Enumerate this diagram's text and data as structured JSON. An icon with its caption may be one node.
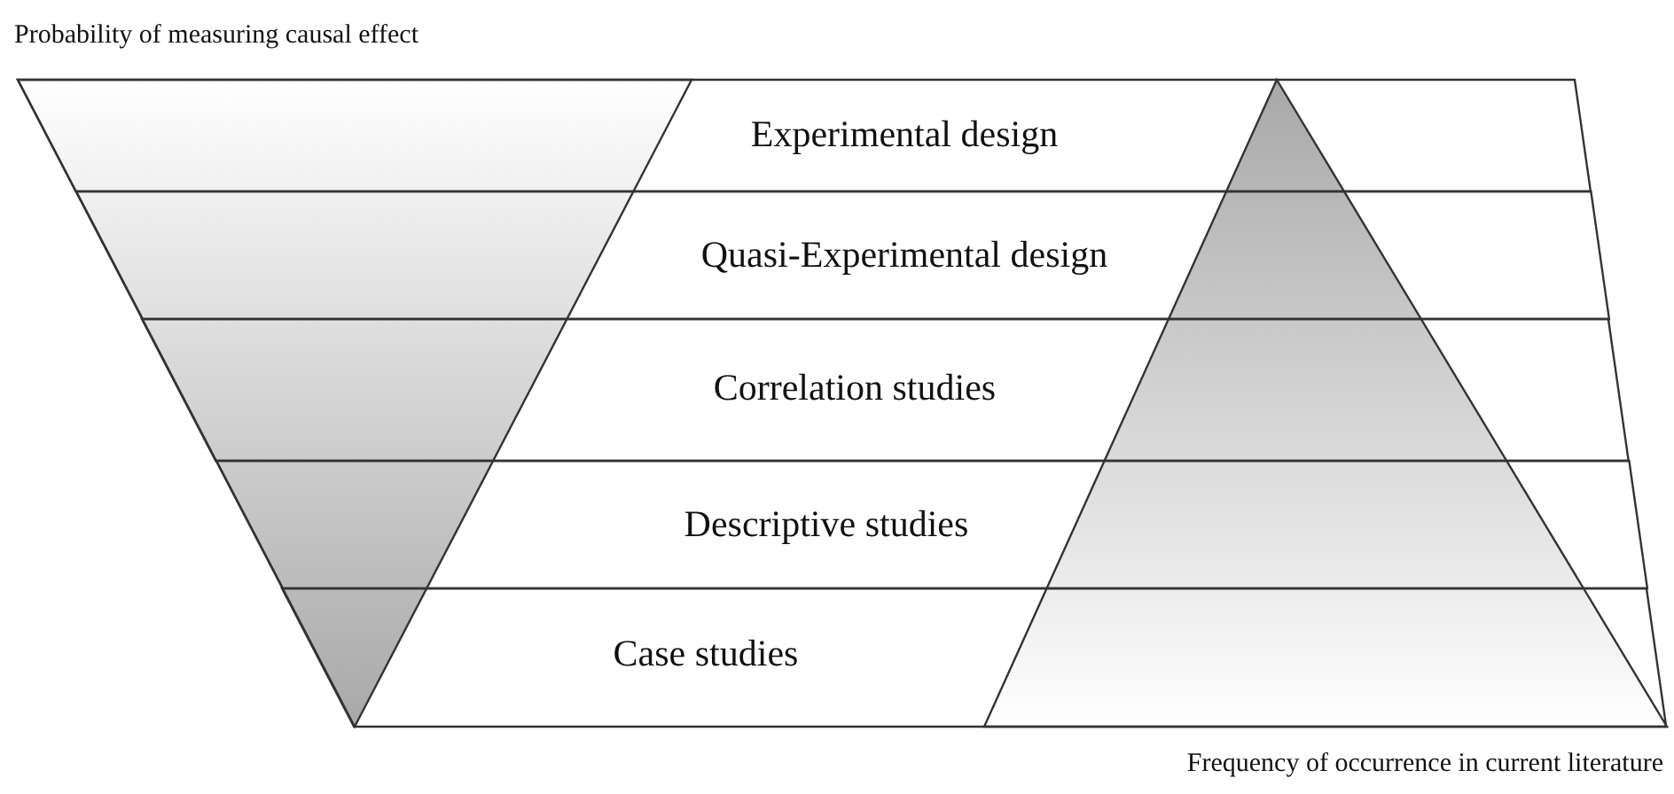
{
  "diagram": {
    "nodes": [
      {
        "text": [
          "Experimental design"
        ]
      },
      {
        "text": [
          "Quasi-Experimental design"
        ]
      },
      {
        "text": [
          "Correlation studies"
        ]
      },
      {
        "text": [
          "Descriptive studies"
        ]
      },
      {
        "text": [
          "Case studies"
        ]
      }
    ],
    "labels": [
      "Probability of measuring causal effect",
      "Frequency of occurrence in current literature"
    ]
  }
}
